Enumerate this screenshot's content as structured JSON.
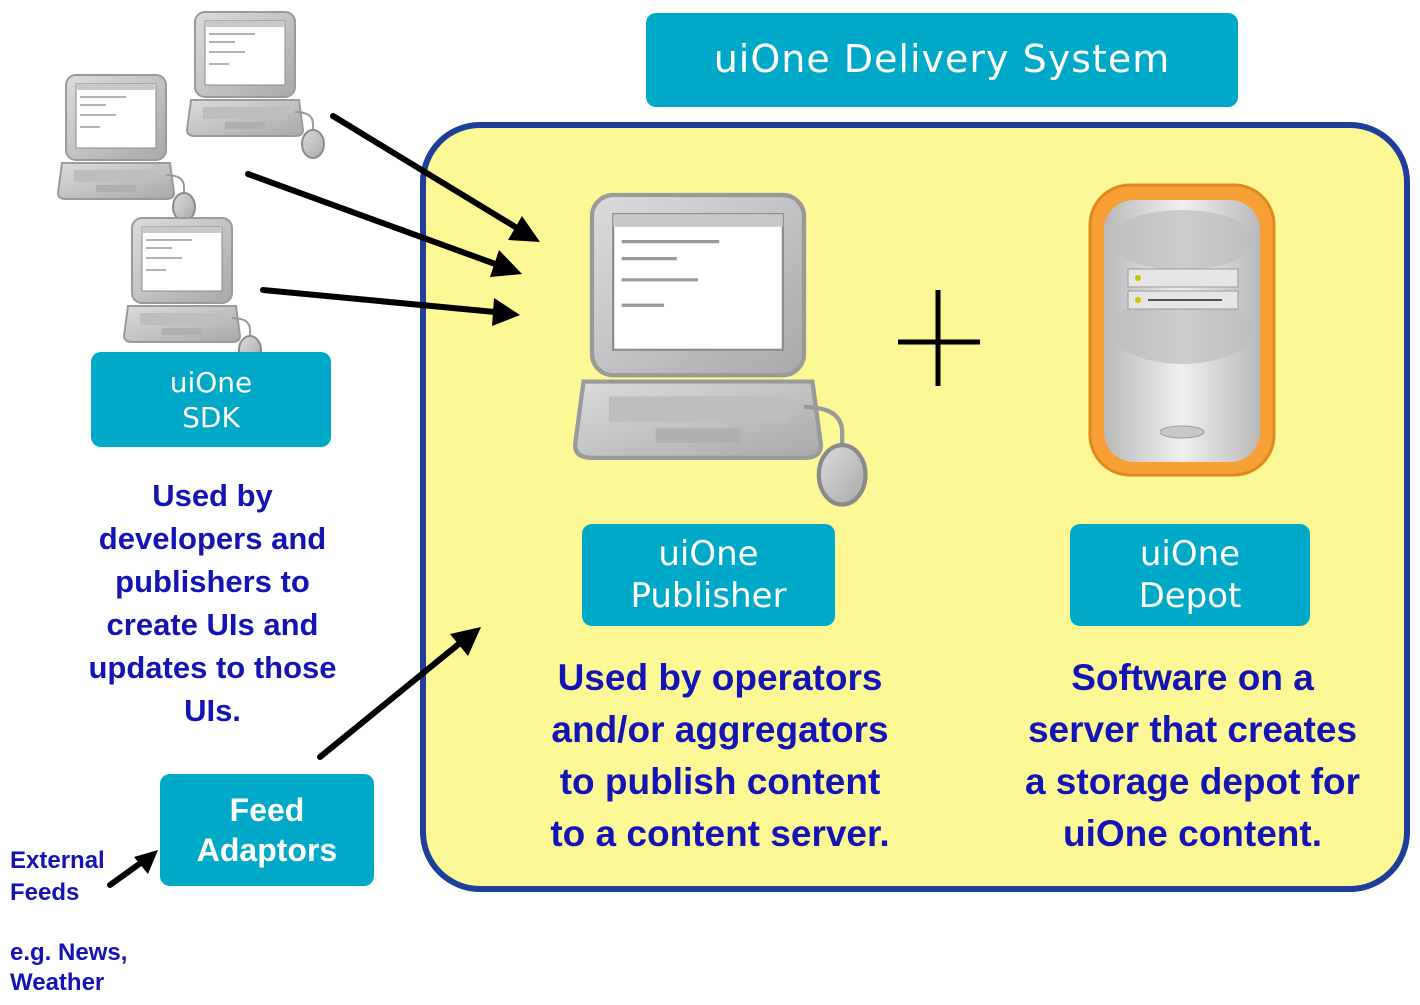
{
  "title": "uiOne Delivery System",
  "sdk": {
    "label_line1": "uiOne",
    "label_line2": "SDK",
    "description": [
      "Used by",
      "developers and",
      "publishers to",
      "create UIs and",
      "updates to those",
      "UIs."
    ]
  },
  "publisher": {
    "label_line1": "uiOne",
    "label_line2": "Publisher",
    "description": [
      "Used by operators",
      "and/or aggregators",
      "to publish content",
      "to a content server."
    ]
  },
  "depot": {
    "label_line1": "uiOne",
    "label_line2": "Depot",
    "description": [
      "Software on a",
      "server that creates",
      "a storage depot for",
      "uiOne content."
    ]
  },
  "feed": {
    "label_line1": "Feed",
    "label_line2": "Adaptors",
    "external_line1": "External",
    "external_line2": "Feeds",
    "example_line1": "e.g. News,",
    "example_line2": "Weather"
  },
  "colors": {
    "label_bg": "#00a9c8",
    "panel_bg": "#fdf896",
    "panel_border": "#1d3f9a",
    "description_text": "#1414b4",
    "depot_orange": "#f7a035"
  }
}
